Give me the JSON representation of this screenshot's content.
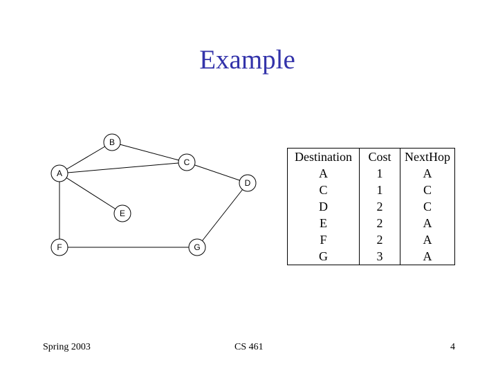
{
  "slide": {
    "title": "Example"
  },
  "graph": {
    "nodes": [
      {
        "id": "B",
        "label": "B"
      },
      {
        "id": "C",
        "label": "C"
      },
      {
        "id": "A",
        "label": "A"
      },
      {
        "id": "D",
        "label": "D"
      },
      {
        "id": "E",
        "label": "E"
      },
      {
        "id": "F",
        "label": "F"
      },
      {
        "id": "G",
        "label": "G"
      }
    ],
    "edges": [
      [
        "A",
        "B"
      ],
      [
        "B",
        "C"
      ],
      [
        "A",
        "C"
      ],
      [
        "C",
        "D"
      ],
      [
        "A",
        "E"
      ],
      [
        "A",
        "F"
      ],
      [
        "F",
        "G"
      ],
      [
        "D",
        "G"
      ]
    ]
  },
  "routing_table": {
    "headers": [
      "Destination",
      "Cost",
      "NextHop"
    ],
    "rows": [
      [
        "A",
        "1",
        "A"
      ],
      [
        "C",
        "1",
        "C"
      ],
      [
        "D",
        "2",
        "C"
      ],
      [
        "E",
        "2",
        "A"
      ],
      [
        "F",
        "2",
        "A"
      ],
      [
        "G",
        "3",
        "A"
      ]
    ]
  },
  "footer": {
    "left": "Spring 2003",
    "center": "CS 461",
    "right": "4"
  }
}
